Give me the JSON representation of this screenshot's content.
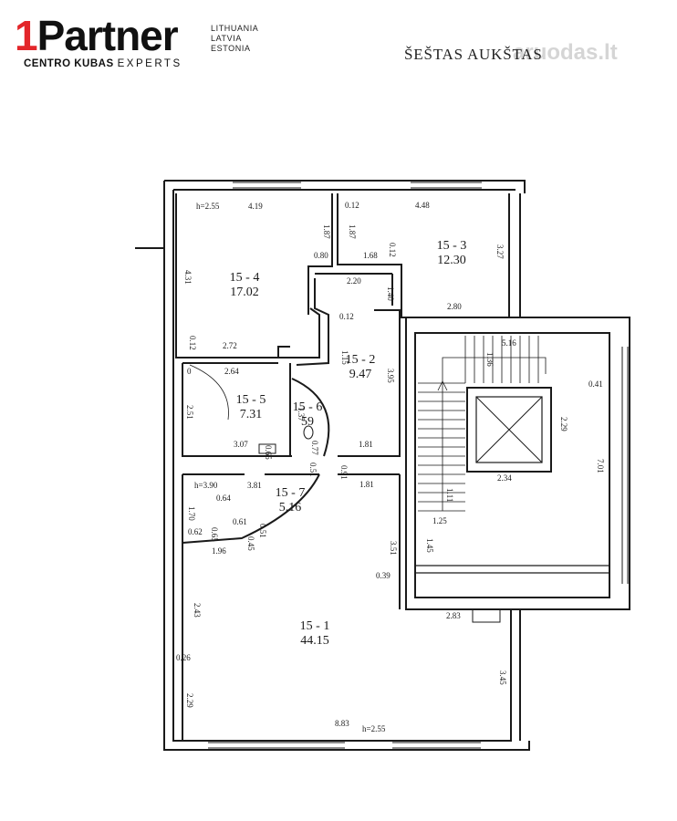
{
  "branding": {
    "logo_text": "Partner",
    "logo_sub_bold": "CENTRO KUBAS",
    "logo_sub_light": "EXPERTS",
    "countries": [
      "LITHUANIA",
      "LATVIA",
      "ESTONIA"
    ],
    "brand_color": "#e3262a"
  },
  "header": {
    "floor_title": "ŠEŠTAS AUKŠTAS",
    "watermark": "aruodas.lt"
  },
  "plan": {
    "rooms": [
      {
        "id": "15 - 1",
        "area": "44.15"
      },
      {
        "id": "15 - 2",
        "area": "9.47"
      },
      {
        "id": "15 - 3",
        "area": "12.30"
      },
      {
        "id": "15 - 4",
        "area": "17.02"
      },
      {
        "id": "15 - 5",
        "area": "7.31"
      },
      {
        "id": "15 - 6",
        "area": "59"
      },
      {
        "id": "15 - 7",
        "area": "5.16"
      }
    ],
    "dimensions": [
      "h=2.55",
      "4.19",
      "1.87",
      "0.80",
      "0.12",
      "4.48",
      "1.87",
      "1.68",
      "0.12",
      "3.27",
      "4.31",
      "2.20",
      "1.40",
      "2.80",
      "0.12",
      "1.15",
      "0.12",
      "2.72",
      "3.95",
      "5.16",
      "1.36",
      "0.41",
      "0",
      "2.64",
      "1.37",
      "2.51",
      "2.29",
      "3.07",
      "0.65",
      "0.77",
      "1.81",
      "0.51",
      "0.91",
      "2.34",
      "7.01",
      "1.11",
      "h=3.90",
      "3.81",
      "1.81",
      "1.70",
      "0.64",
      "0.65",
      "0.61",
      "0.51",
      "0.62",
      "0.45",
      "1.25",
      "1.96",
      "3.51",
      "1.45",
      "0.39",
      "2.43",
      "2.83",
      "0.26",
      "3.45",
      "2.29",
      "8.83",
      "h=2.55"
    ]
  }
}
